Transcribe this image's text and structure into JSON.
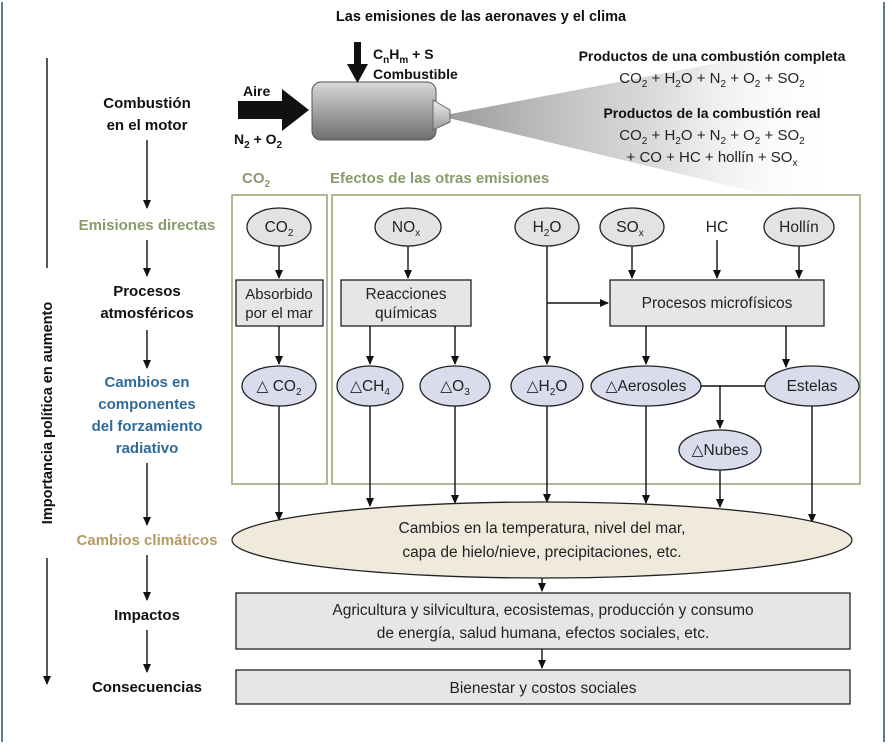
{
  "title": "Las emisiones de las aeronaves y el clima",
  "vertical_label": "Importancia política en aumento",
  "colors": {
    "green_label": "#8a9a6b",
    "blue_label": "#2f6b9a",
    "tan_label": "#b59a62",
    "group_border": "#9aa87c",
    "frame_border": "#5d7a97",
    "box_fill": "#e6e6e8",
    "blue_oval_fill": "#d9dcec",
    "climate_oval_fill": "#efeadc"
  },
  "fuel": {
    "formula": "CnHm + S",
    "label": "Combustible"
  },
  "air": {
    "label": "Aire",
    "formula": "N2 + O2"
  },
  "complete": {
    "title": "Productos de una combustión completa",
    "formula": "CO2 + H2O + N2 + O2 + SO2"
  },
  "real": {
    "title": "Productos de la combustión real",
    "line1": "CO2 + H2O + N2 + O2 + SO2",
    "line2": "+ CO + HC + hollín + SOx"
  },
  "stages": {
    "combustion": [
      "Combustión",
      "en el motor"
    ],
    "emisiones": "Emisiones directas",
    "procesos": [
      "Procesos",
      "atmosféricos"
    ],
    "cambios_comp": [
      "Cambios en",
      "componentes",
      "del forzamiento",
      "radiativo"
    ],
    "cambios_clim": "Cambios climáticos",
    "impactos": "Impactos",
    "consecuencias": "Consecuencias"
  },
  "groups": {
    "co2": "CO2",
    "others": "Efectos de las otras emisiones"
  },
  "emissions": {
    "co2": "CO2",
    "nox": "NOx",
    "h2o": "H2O",
    "sox": "SOx",
    "hc": "HC",
    "hollin": "Hollín"
  },
  "processes": {
    "absorbido": [
      "Absorbido",
      "por el mar"
    ],
    "reacciones": [
      "Reacciones",
      "químicas"
    ],
    "microfisicos": "Procesos microfísicos"
  },
  "changes": {
    "dco2": "△ CO2",
    "dch4": "△CH4",
    "do3": "△O3",
    "dh2o": "△H2O",
    "daerosoles": "△Aerosoles",
    "estelas": "Estelas",
    "dnubes": "△Nubes"
  },
  "climate": [
    "Cambios en la temperatura, nivel del mar,",
    "capa de hielo/nieve, precipitaciones, etc."
  ],
  "impacts": [
    "Agricultura y silvicultura, ecosistemas, producción y consumo",
    "de energía, salud humana, efectos sociales, etc."
  ],
  "consequences": "Bienestar y costos sociales"
}
